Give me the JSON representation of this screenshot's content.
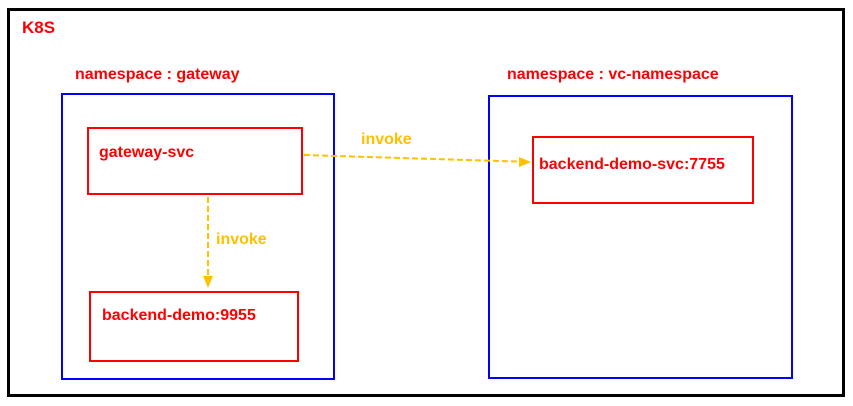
{
  "title": "K8S",
  "namespaces": [
    {
      "label": "namespace : gateway",
      "nodes": [
        {
          "label": "gateway-svc"
        },
        {
          "label": "backend-demo:9955"
        }
      ]
    },
    {
      "label": "namespace : vc-namespace",
      "nodes": [
        {
          "label": "backend-demo-svc:7755"
        }
      ]
    }
  ],
  "edges": [
    {
      "label": "invoke",
      "from": "gateway-svc",
      "to": "backend-demo-svc:7755",
      "direction": "horizontal"
    },
    {
      "label": "invoke",
      "from": "gateway-svc",
      "to": "backend-demo:9955",
      "direction": "vertical"
    }
  ],
  "colors": {
    "frame": "#000000",
    "namespace_border": "#0000ff",
    "node_border": "#ff0000",
    "node_text": "#ff0000",
    "title_text": "#ff0000",
    "edge": "#ffc000",
    "background": "#ffffff"
  }
}
